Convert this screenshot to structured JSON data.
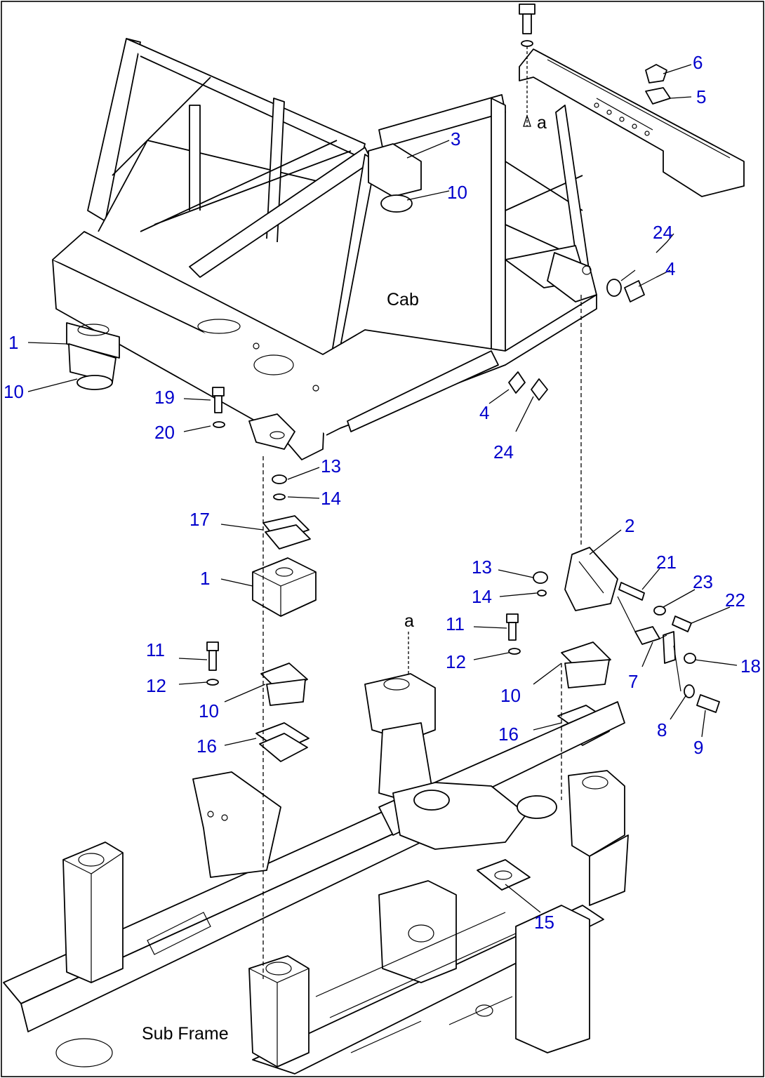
{
  "labels": {
    "cab": "Cab",
    "sub_frame": "Sub Frame",
    "ref_a_top": "a",
    "ref_a_bottom": "a"
  },
  "callouts": {
    "c1_left": "1",
    "c10_left": "10",
    "c3": "3",
    "c10_top": "10",
    "c6": "6",
    "c5": "5",
    "c24_right": "24",
    "c4_right": "4",
    "c19": "19",
    "c20": "20",
    "c4_mid": "4",
    "c24_mid": "24",
    "c13_left": "13",
    "c14_left": "14",
    "c17": "17",
    "c1_mid": "1",
    "c2": "2",
    "c13_right": "13",
    "c14_right": "14",
    "c21": "21",
    "c23": "23",
    "c22": "22",
    "c11_right": "11",
    "c12_right": "12",
    "c10_right": "10",
    "c7": "7",
    "c18": "18",
    "c8": "8",
    "c9": "9",
    "c16_right": "16",
    "c11_left": "11",
    "c12_left": "12",
    "c10_left2": "10",
    "c16_left": "16",
    "c15": "15"
  },
  "colors": {
    "callout": "#0000cc",
    "line": "#000000",
    "background": "#ffffff"
  }
}
